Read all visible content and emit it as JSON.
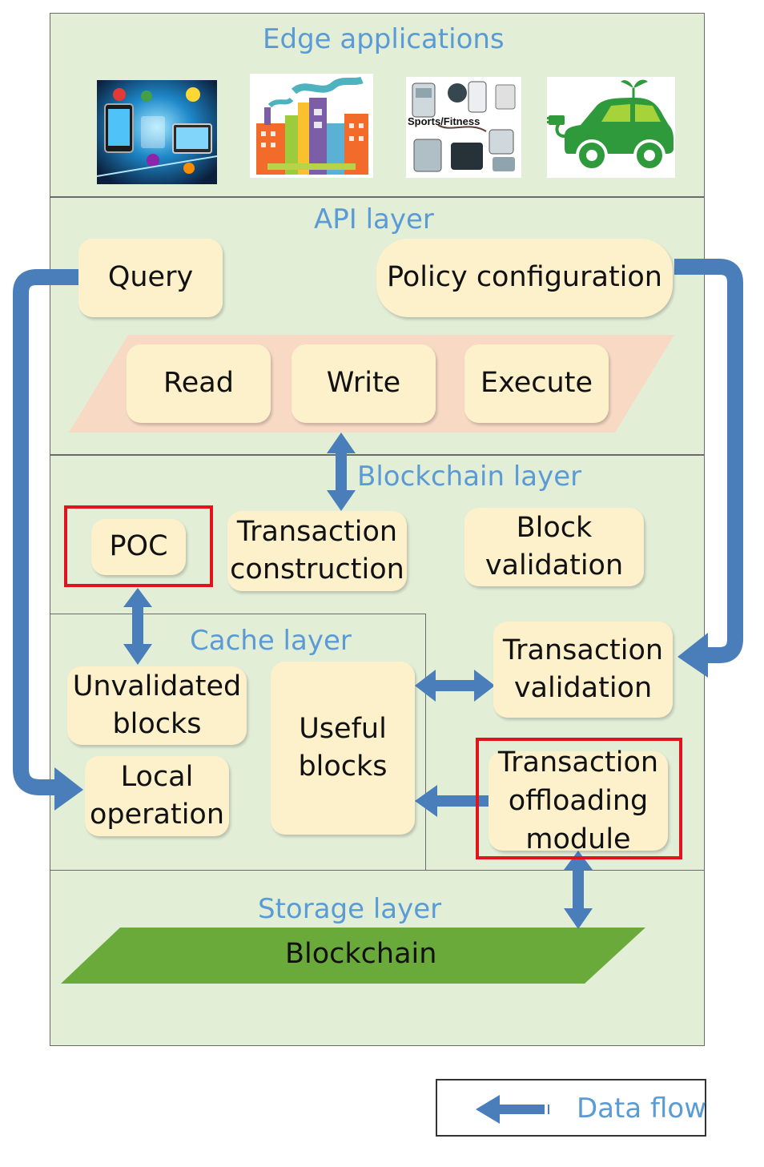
{
  "layers": {
    "edge": {
      "title": "Edge applications",
      "sports_caption": "Sports/Fitness"
    },
    "api": {
      "title": "API layer",
      "query": "Query",
      "policy": "Policy configuration",
      "read": "Read",
      "write": "Write",
      "execute": "Execute"
    },
    "blockchain": {
      "title": "Blockchain layer",
      "poc": "POC",
      "tx_construction_1": "Transaction",
      "tx_construction_2": "construction",
      "block_validation_1": "Block",
      "block_validation_2": "validation"
    },
    "cache": {
      "title": "Cache layer",
      "unvalidated_1": "Unvalidated",
      "unvalidated_2": "blocks",
      "local_1": "Local",
      "local_2": "operation",
      "useful_1": "Useful",
      "useful_2": "blocks",
      "tx_validation_1": "Transaction",
      "tx_validation_2": "validation",
      "offload_1": "Transaction",
      "offload_2": "offloading",
      "offload_3": "module"
    },
    "storage": {
      "title": "Storage layer",
      "blockchain": "Blockchain"
    }
  },
  "legend": {
    "label": "Data flow"
  },
  "colors": {
    "section_fill": "#e3eed7",
    "box_fill": "#fdf1cc",
    "title_blue": "#5b9bd5",
    "arrow_blue": "#4a7ebb",
    "highlight_red": "#e1141e",
    "storage_green": "#6aaa3a",
    "api_band": "#f7d9c4"
  },
  "icons": [
    "smart-devices-image",
    "factory-image",
    "medical-devices-image",
    "electric-car-icon"
  ]
}
